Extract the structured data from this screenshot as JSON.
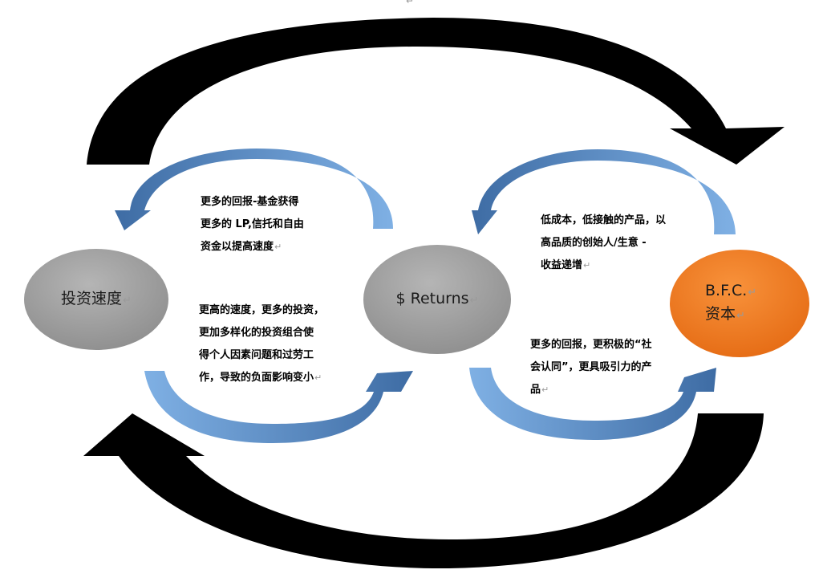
{
  "nodes": {
    "speed": {
      "label": "投资速度",
      "mark": "↵",
      "color": "#9e9e9e"
    },
    "returns": {
      "label": "$ Returns",
      "mark": "↵",
      "color": "#9e9e9e"
    },
    "bfc": {
      "line1": "B.F.C.",
      "line2": "资本",
      "mark": "↵",
      "color": "#f07a22"
    }
  },
  "captions": {
    "top_left": {
      "lines": [
        "更多的回报-基金获得",
        "更多的 LP,信托和自由",
        "资金以提高速度"
      ],
      "mark": "↵"
    },
    "bottom_left": {
      "lines": [
        "更高的速度，更多的投资，",
        "更加多样化的投资组合使",
        "得个人因素问题和过劳工",
        "作，导致的负面影响变小"
      ],
      "mark": "↵"
    },
    "top_right": {
      "lines": [
        "低成本，低接触的产品，以",
        "高品质的创始人/生意  -",
        "收益递增"
      ],
      "mark": "↵"
    },
    "bottom_right": {
      "lines": [
        "更多的回报，更积极的“社",
        "会认同”，更具吸引力的产",
        "品"
      ],
      "mark": "↵"
    }
  },
  "stray_mark": "↵",
  "colors": {
    "black_arrow": "#000000",
    "blue_arrow_light": "#6fa3dc",
    "blue_arrow_dark": "#3f6ea6"
  }
}
